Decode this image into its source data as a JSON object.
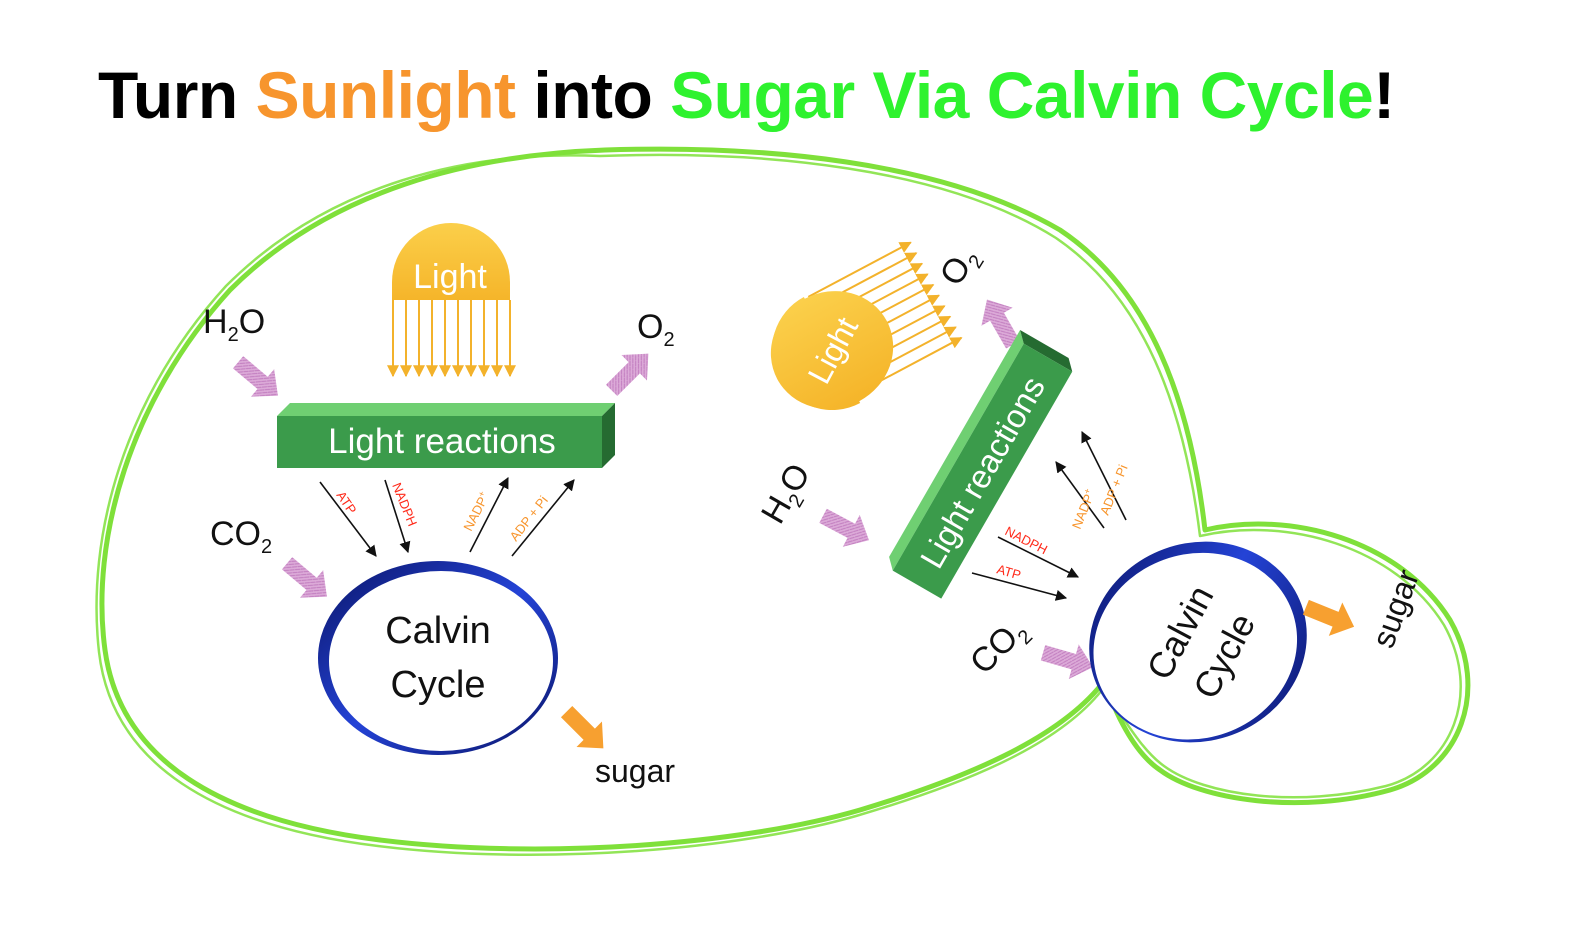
{
  "title": {
    "part1": "Turn ",
    "part2": "Sunlight",
    "part3": " into ",
    "part4": "Sugar Via Calvin Cycle",
    "part5": "!"
  },
  "colors": {
    "title_black": "#000000",
    "sunlight_orange": "#f7952d",
    "sugar_green": "#2ef22e",
    "cell_outline": "#7fe03a",
    "light_reactions_green": "#3b9b4b",
    "sun_yellow": "#f9c43a",
    "pink_arrow": "#d9a6d6",
    "orange_arrow": "#f7a030",
    "calvin_ring_blue": "#1a2fa8",
    "cofactor_red": "#ff2a1a",
    "cofactor_orange": "#f7952d"
  },
  "left_diagram": {
    "sun_label": "Light",
    "box_label": "Light reactions",
    "h2o": {
      "base": "H",
      "sub": "2",
      "rest": "O"
    },
    "o2": {
      "base": "O",
      "sub": "2"
    },
    "co2": {
      "base": "CO",
      "sub": "2"
    },
    "cofactors": {
      "atp": "ATP",
      "nadph": "NADPH",
      "nadp": "NADP",
      "nadp_sup": "+",
      "adp": "ADP + Pi"
    },
    "cycle_line1": "Calvin",
    "cycle_line2": "Cycle",
    "sugar": "sugar"
  },
  "right_diagram": {
    "sun_label": "Light",
    "box_label": "Light reactions",
    "h2o": {
      "base": "H",
      "sub": "2",
      "rest": "O"
    },
    "o2": {
      "base": "O",
      "sub": "2"
    },
    "co2": {
      "base": "CO",
      "sub": "2"
    },
    "cofactors": {
      "atp": "ATP",
      "nadph": "NADPH",
      "nadp": "NADP",
      "nadp_sup": "+",
      "adp": "ADP + Pi"
    },
    "cycle_line1": "Calvin",
    "cycle_line2": "Cycle",
    "sugar": "sugar"
  }
}
